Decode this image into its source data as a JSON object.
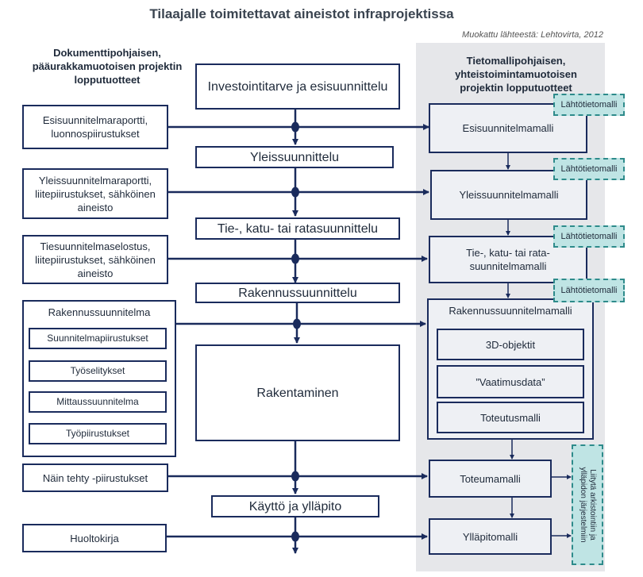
{
  "title": "Tilaajalle toimitettavat aineistot infraprojektissa",
  "source_note": "Muokattu lähteestä: Lehtovirta, 2012",
  "left_header": "Dokumenttipohjaisen, pääurakkamuotoisen projektin lopputuotteet",
  "right_header": "Tietomallipohjaisen, yhteistoimintamuotoisen projektin lopputuotteet",
  "center": {
    "investointi": "Investointitarve ja esisuunnittelu",
    "yleis": "Yleissuunnittelu",
    "tie": "Tie-, katu- tai ratasuunnittelu",
    "rakennussuunnittelu": "Rakennussuunnittelu",
    "rakentaminen": "Rakentaminen",
    "kaytto": "Käyttö ja ylläpito"
  },
  "left": {
    "esi": "Esisuunnitelmaraportti, luonnospiirustukset",
    "yleis": "Yleissuunnitelmaraportti, liitepiirustukset, sähköinen aineisto",
    "tie": "Tiesuunnitelmaselostus, liitepiirustukset, sähköinen aineisto",
    "raken_title": "Rakennussuunnitelma",
    "raken_items": [
      "Suunnitelmapiirustukset",
      "Työselitykset",
      "Mittaussuunnitelma",
      "Työpiirustukset"
    ],
    "nain": "Näin tehty -piirustukset",
    "huolto": "Huoltokirja"
  },
  "right": {
    "esi": "Esisuunnitelmamalli",
    "yleis": "Yleissuunnitelmamalli",
    "tie": "Tie-, katu- tai rata-suunnitelmamalli",
    "raken_title": "Rakennussuunnitelmamalli",
    "raken_items": [
      "3D-objektit",
      "”Vaatimusdata”",
      "Toteutusmalli"
    ],
    "toteuma": "Toteumamalli",
    "yllapito": "Ylläpitomalli"
  },
  "tag_label": "Lähtötietomalli",
  "vertical_tag": "Liitytä arkistointiin ja ylläpidon järjestelmiin",
  "colors": {
    "navy": "#1a2b5c",
    "panel": "#e6e7ea",
    "teal_fill": "#bfe4e4",
    "teal_border": "#2e8b8b"
  }
}
